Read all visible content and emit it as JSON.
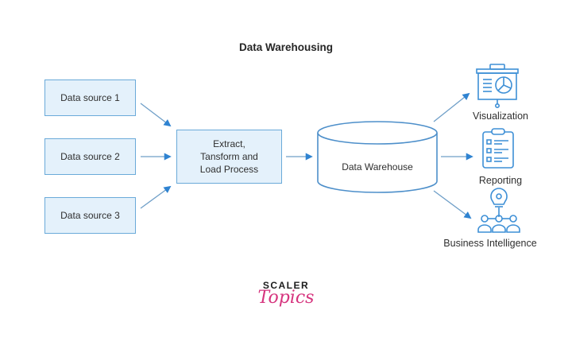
{
  "title": "Data Warehousing",
  "sources": [
    {
      "label": "Data source 1"
    },
    {
      "label": "Data source 2"
    },
    {
      "label": "Data source 3"
    }
  ],
  "etl": {
    "label_lines": [
      "Extract,",
      "Tansform and",
      "Load Process"
    ]
  },
  "warehouse": {
    "label": "Data Warehouse"
  },
  "outputs": [
    {
      "label": "Visualization",
      "icon": "presentation-chart-icon"
    },
    {
      "label": "Reporting",
      "icon": "clipboard-checklist-icon"
    },
    {
      "label": "Business Intelligence",
      "icon": "lightbulb-team-icon"
    }
  ],
  "logo": {
    "brand": "SCALER",
    "sub": "Topics"
  },
  "colors": {
    "box_fill": "#e4f1fb",
    "box_border": "#6aaad9",
    "arrow": "#2f83d1",
    "icon": "#3d8fd6",
    "cylinder": "#4d8fca",
    "logo_accent": "#d6347e"
  }
}
